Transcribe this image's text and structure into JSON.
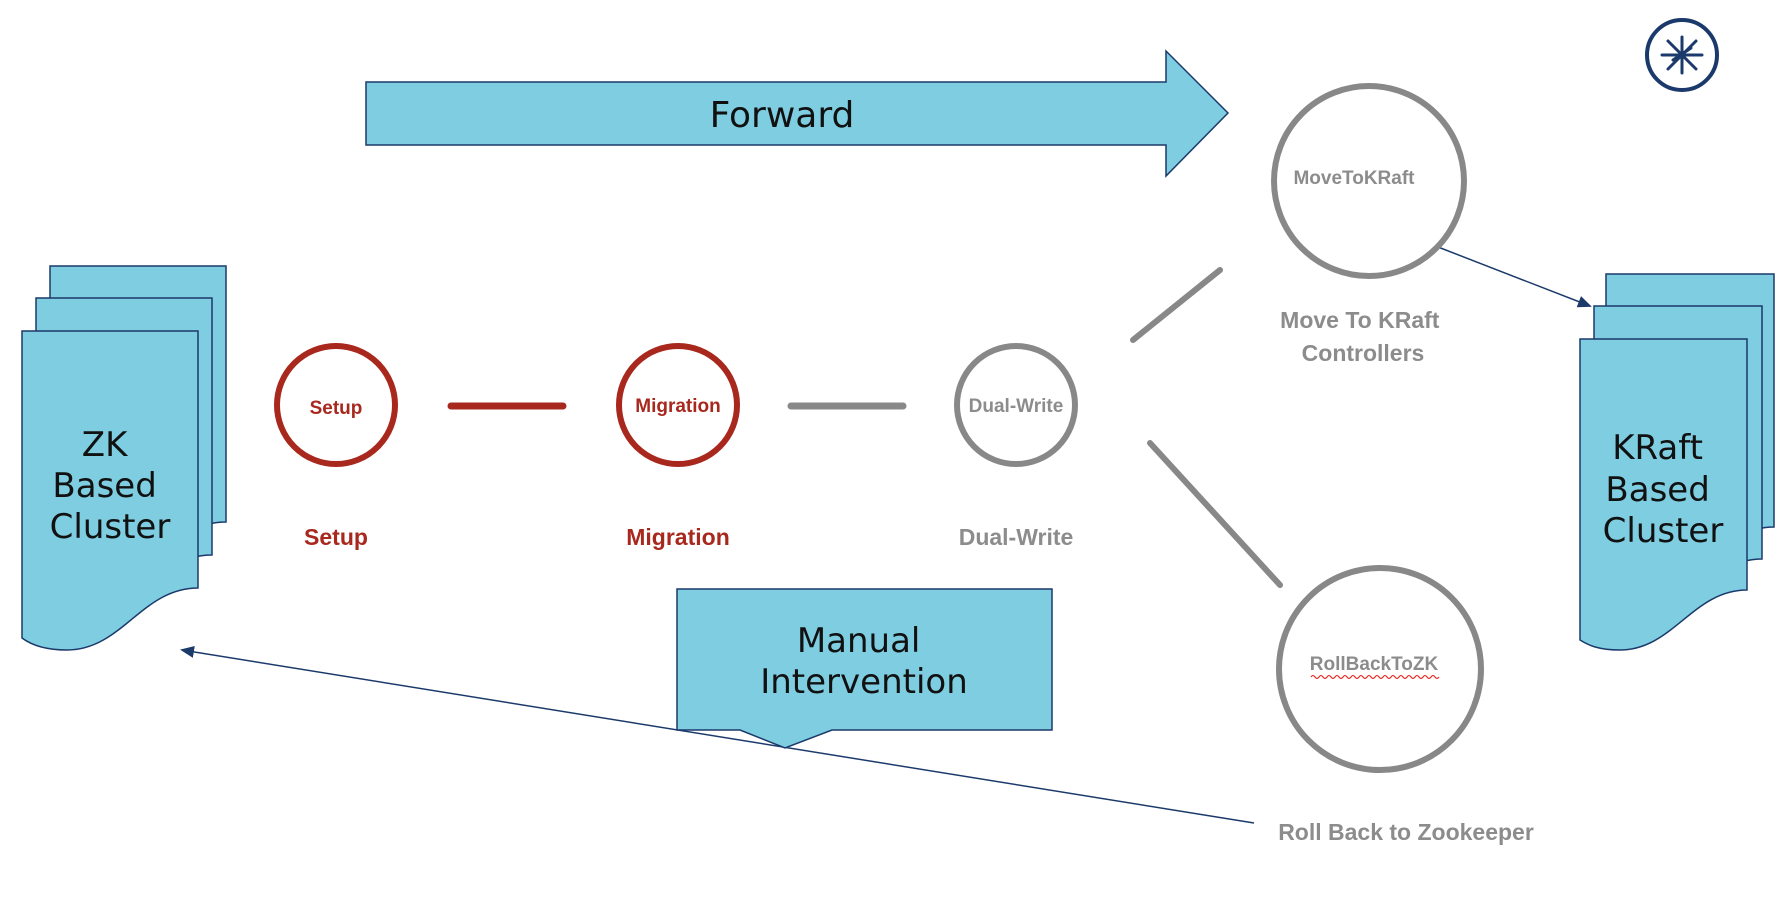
{
  "forward_arrow": {
    "label": "Forward"
  },
  "zk_cluster": {
    "label_lines": [
      "ZK",
      "Based",
      "Cluster"
    ]
  },
  "kraft_cluster": {
    "label_lines": [
      "KRaft",
      "Based",
      "Cluster"
    ]
  },
  "states": {
    "setup": {
      "node_label": "Setup",
      "caption": "Setup"
    },
    "migration": {
      "node_label": "Migration",
      "caption": "Migration"
    },
    "dual_write": {
      "node_label": "Dual-Write",
      "caption": "Dual-Write"
    },
    "move_to_kraft": {
      "node_label": "MoveToKRaft",
      "caption_lines": [
        "Move To KRaft",
        "Controllers"
      ]
    },
    "rollback_to_zk": {
      "node_label": "RollBackToZK",
      "caption": "Roll Back to Zookeeper"
    }
  },
  "manual_intervention": {
    "label_lines": [
      "Manual",
      "Intervention"
    ]
  },
  "colors": {
    "shape_fill": "#7ECDE1",
    "shape_stroke": "#1B3A6B",
    "active": "#A8281E",
    "inactive": "#888888",
    "caption_inactive": "#8C8C8C",
    "logo": "#1B3A6B"
  },
  "icons": {
    "logo": "confluent-logo-icon"
  }
}
